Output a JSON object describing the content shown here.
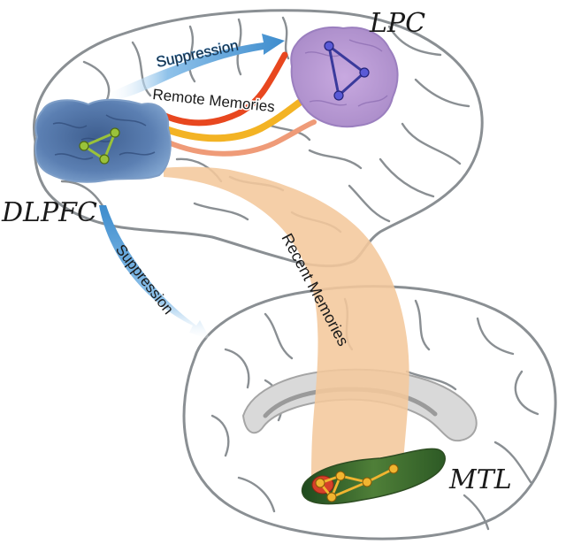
{
  "labels": {
    "lpc": "LPC",
    "dlpfc": "DLPFC",
    "mtl": "MTL",
    "suppression_upper": "Suppression",
    "suppression_lower": "Suppression",
    "remote_memories": "Remote Memories",
    "recent_memories": "Recent Memories"
  },
  "colors": {
    "brain_outline": "#8a8f93",
    "brain_fill": "#ffffff",
    "dlpfc": "#5b7fb2",
    "lpc": "#b99bd4",
    "mtl_green": "#3f6e2f",
    "mtl_red": "#d6402a",
    "recent_band": "#f4c89c",
    "suppression_arrow": "#5aa0d8",
    "remote_red": "#e8471f",
    "remote_yellow": "#f3b324",
    "remote_peach": "#ef9b78",
    "corpus_callosum": "#b5b5b5"
  }
}
